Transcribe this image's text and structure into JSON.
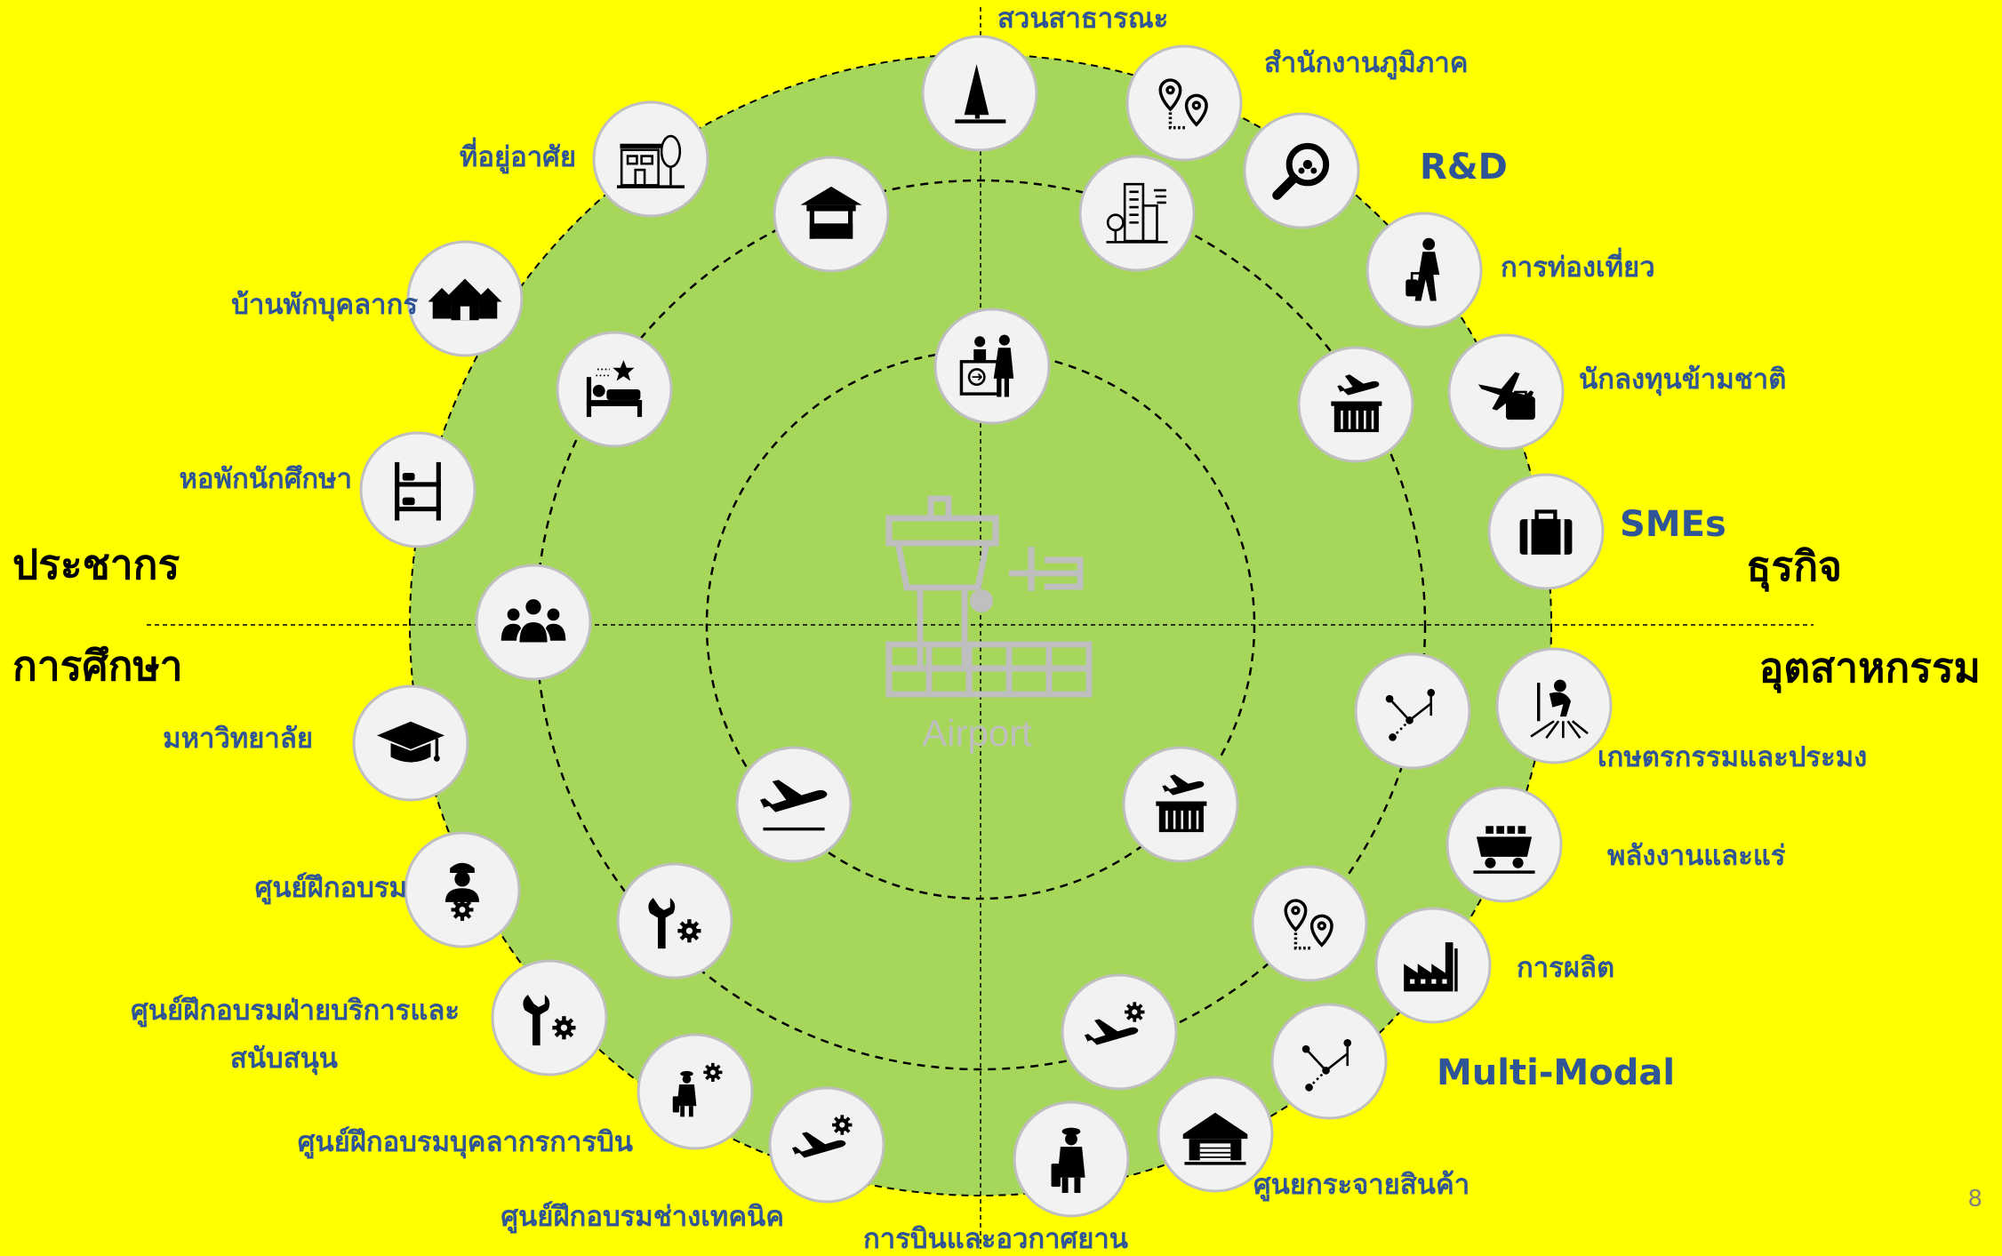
{
  "hub": {
    "label": "Airport"
  },
  "quadrant_titles": {
    "population": "ประชากร",
    "education": "การศึกษา",
    "business": "ธุรกิจ",
    "industry": "อุตสาหกรรม"
  },
  "outer_ring": [
    {
      "label": "สวนสาธารณะ",
      "icon": "tree-icon"
    },
    {
      "label": "สำนักงานภูมิภาค",
      "icon": "map-route-icon"
    },
    {
      "label": "R&D",
      "icon": "research-search-icon"
    },
    {
      "label": "การท่องเที่ยว",
      "icon": "traveler-icon"
    },
    {
      "label": "นักลงทุนข้ามชาติ",
      "icon": "plane-briefcase-icon"
    },
    {
      "label": "SMEs",
      "icon": "briefcase-icon"
    },
    {
      "label": "เกษตรกรรมและประมง",
      "icon": "farmer-icon"
    },
    {
      "label": "พลังงานและแร่",
      "icon": "mine-cart-icon"
    },
    {
      "label": "การผลิต",
      "icon": "factory-icon"
    },
    {
      "label": "Multi-Modal",
      "icon": "route-network-icon"
    },
    {
      "label": "ศูนยกระจายสินค้า",
      "icon": "warehouse-icon"
    },
    {
      "label": "การบินและอวกาศยาน",
      "icon": "pilot-icon"
    },
    {
      "label": "ศูนย์ฝึกอบรมช่างเทคนิค",
      "icon": "plane-gear-icon"
    },
    {
      "label": "ศูนย์ฝึกอบรมบุคลากรการบิน",
      "icon": "pilot-gear-icon"
    },
    {
      "label": "ศูนย์ฝึกอบรมฝ่ายบริการและ",
      "label2": "สนับสนุน",
      "icon": "tools-gear-icon"
    },
    {
      "label": "ศูนย์ฝึกอบรม",
      "icon": "worker-gear-icon"
    },
    {
      "label": "มหาวิทยาลัย",
      "icon": "graduation-cap-icon"
    },
    {
      "label": "หอพักนักศึกษา",
      "icon": "bunk-bed-icon"
    },
    {
      "label": "บ้านพักบุคลากร",
      "icon": "houses-icon"
    },
    {
      "label": "ที่อยู่อาศัย",
      "icon": "building-tree-icon"
    }
  ],
  "middle_ring_icons": [
    "market-stall-icon",
    "city-buildings-icon",
    "cargo-plane-icon",
    "route-network-icon",
    "map-route-icon",
    "plane-gear-icon",
    "tools-gear-icon",
    "community-icon",
    "hotel-icon"
  ],
  "inner_ring_icons": [
    "check-in-counter-icon",
    "cargo-plane-icon",
    "plane-takeoff-icon"
  ],
  "colors": {
    "background": "#ffff00",
    "disc": "#a6d75b",
    "label": "#2f5597",
    "title": "#000000",
    "node": "#f2f2f2"
  },
  "page_number": "8"
}
